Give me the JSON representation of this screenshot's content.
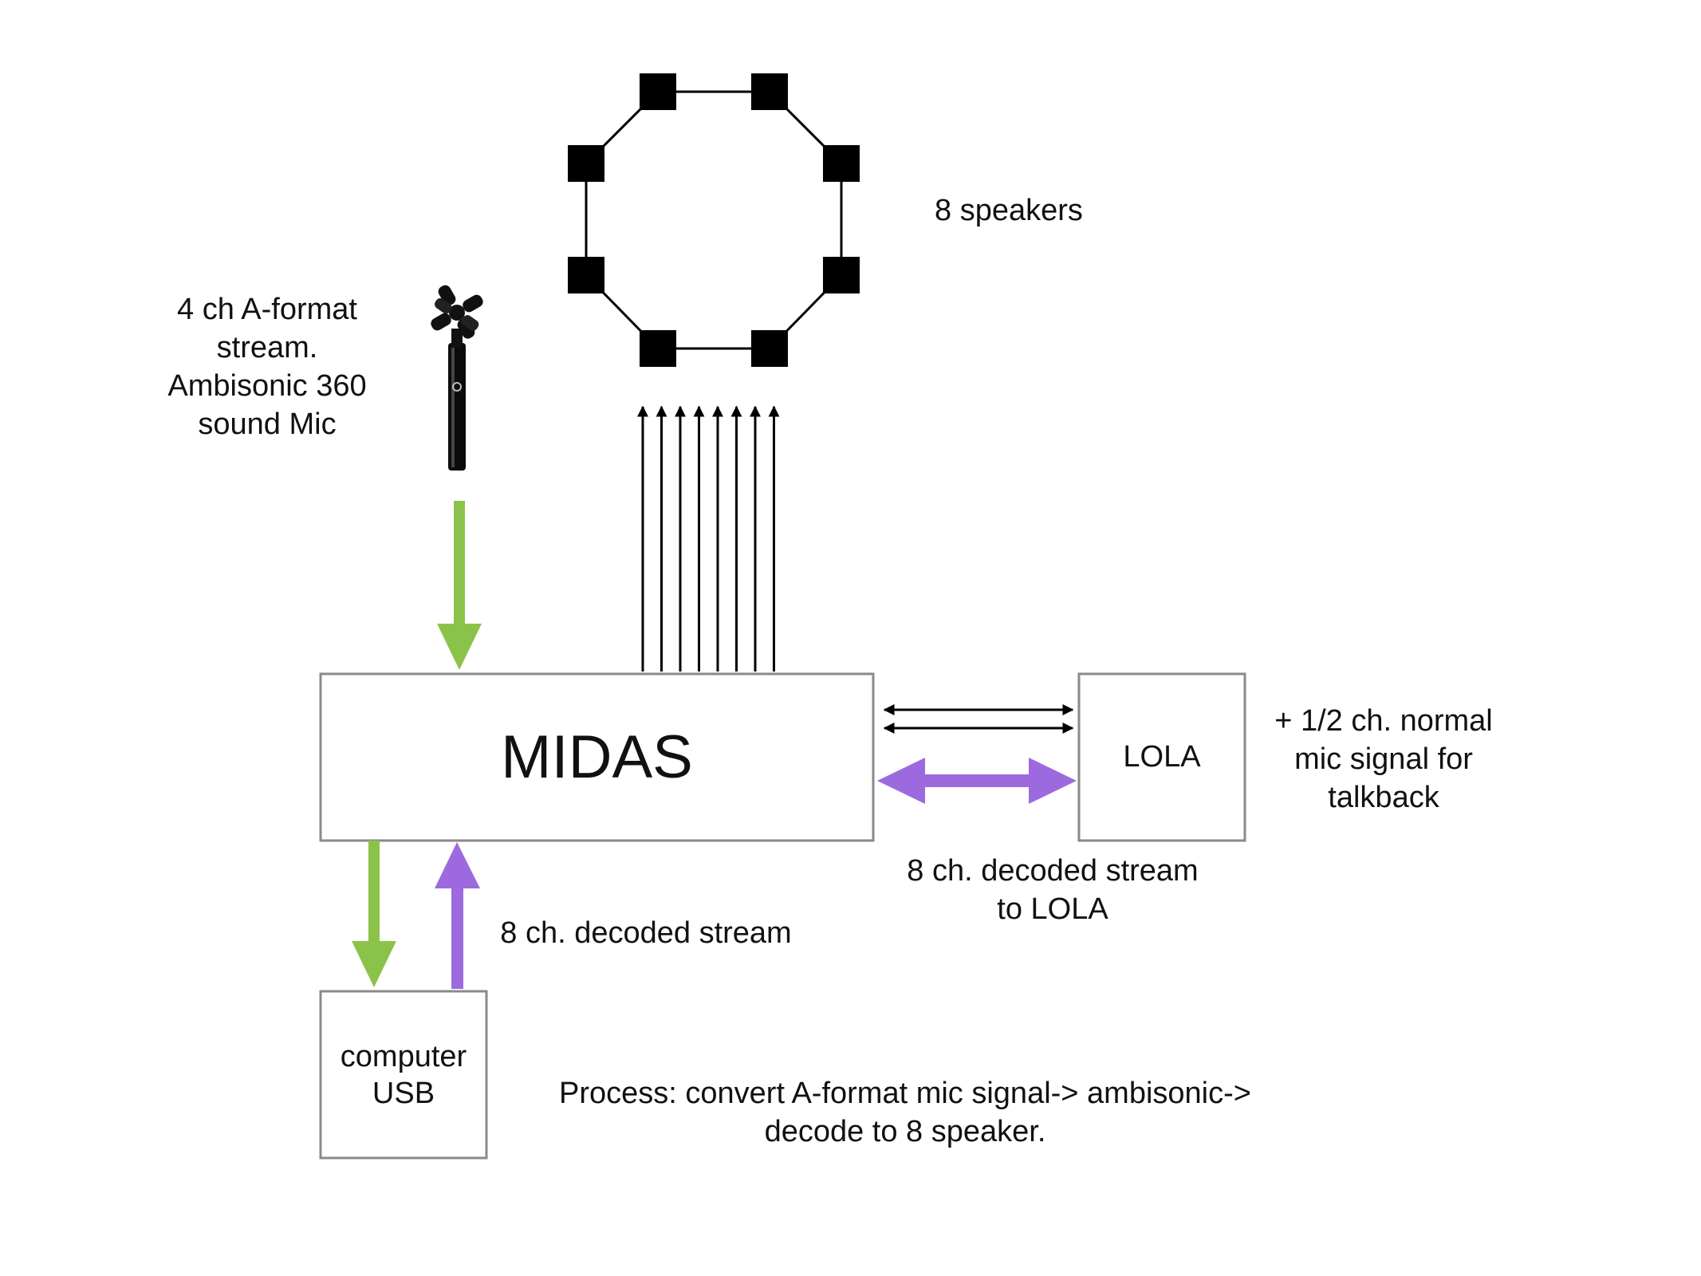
{
  "nodes": {
    "midas": "MIDAS",
    "lola": "LOLA",
    "computer": "computer\nUSB",
    "speakers": "8 speakers",
    "mic": "4 ch A-format\nstream.\nAmbisonic 360\nsound Mic"
  },
  "labels": {
    "usb_stream": "8 ch. decoded stream",
    "lola_stream": "8 ch. decoded stream\nto LOLA",
    "talkback": "+ 1/2 ch. normal\nmic signal for\ntalkback",
    "process": "Process: convert A-format mic signal-> ambisonic->\ndecode to 8 speaker."
  },
  "colors": {
    "a_format_arrow": "#8BC34A",
    "decoded_arrow": "#9C6ADE",
    "box_border": "#8a8a8a",
    "line": "#000000"
  },
  "icons": {
    "microphone": "ambisonic-microphone-icon",
    "speaker": "speaker-square-icon"
  },
  "speaker_count": 8,
  "midas_to_speaker_lines": 8
}
